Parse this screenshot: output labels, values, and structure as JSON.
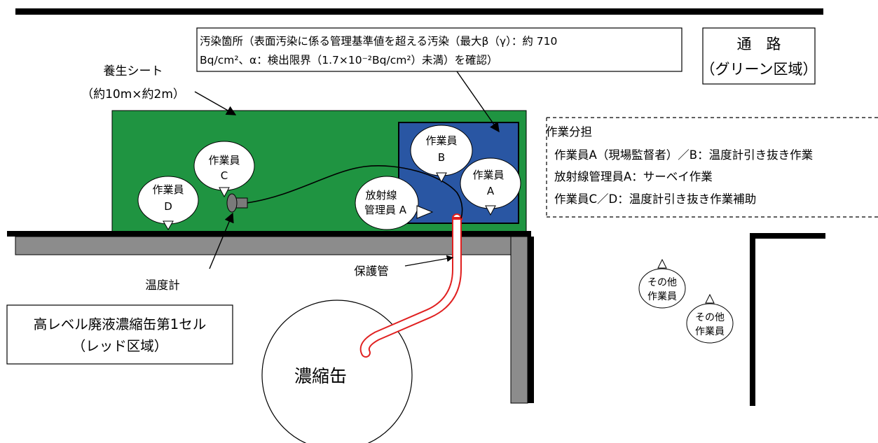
{
  "contamination_box": {
    "line1": "汚染箇所（表面汚染に係る管理基準値を超える汚染（最大β（γ）：約 710",
    "line2": "Bq/cm²、α：検出限界（1.7×10⁻²Bq/cm²）未満）を確認）"
  },
  "corridor": {
    "line1": "通　路",
    "line2": "（グリーン区域）"
  },
  "curing_sheet": {
    "line1": "養生シート",
    "line2": "（約10m×約2m）"
  },
  "work_assignment": {
    "title": "作業分担",
    "items": [
      "作業員A（現場監督者）／B：温度計引き抜き作業",
      "放射線管理員A：サーベイ作業",
      "作業員C／D：温度計引き抜き作業補助"
    ]
  },
  "workers": {
    "a": {
      "line1": "作業員",
      "line2": "A"
    },
    "b": {
      "line1": "作業員",
      "line2": "B"
    },
    "c": {
      "line1": "作業員",
      "line2": "C"
    },
    "d": {
      "line1": "作業員",
      "line2": "D"
    },
    "rad": {
      "line1": "放射線",
      "line2": "管理員 A"
    },
    "other1": {
      "line1": "その他",
      "line2": "作業員"
    },
    "other2": {
      "line1": "その他",
      "line2": "作業員"
    }
  },
  "thermometer_label": "温度計",
  "protective_tube_label": "保護管",
  "cell_label": {
    "line1": "高レベル廃液濃縮缶第1セル",
    "line2": "（レッド区域）"
  },
  "evaporator_label": "濃縮缶",
  "colors": {
    "sheet_green": "#1f9441",
    "contamination_blue": "#2956a3",
    "wall_gray": "#8c8c8c",
    "tube_red": "#e02020"
  }
}
